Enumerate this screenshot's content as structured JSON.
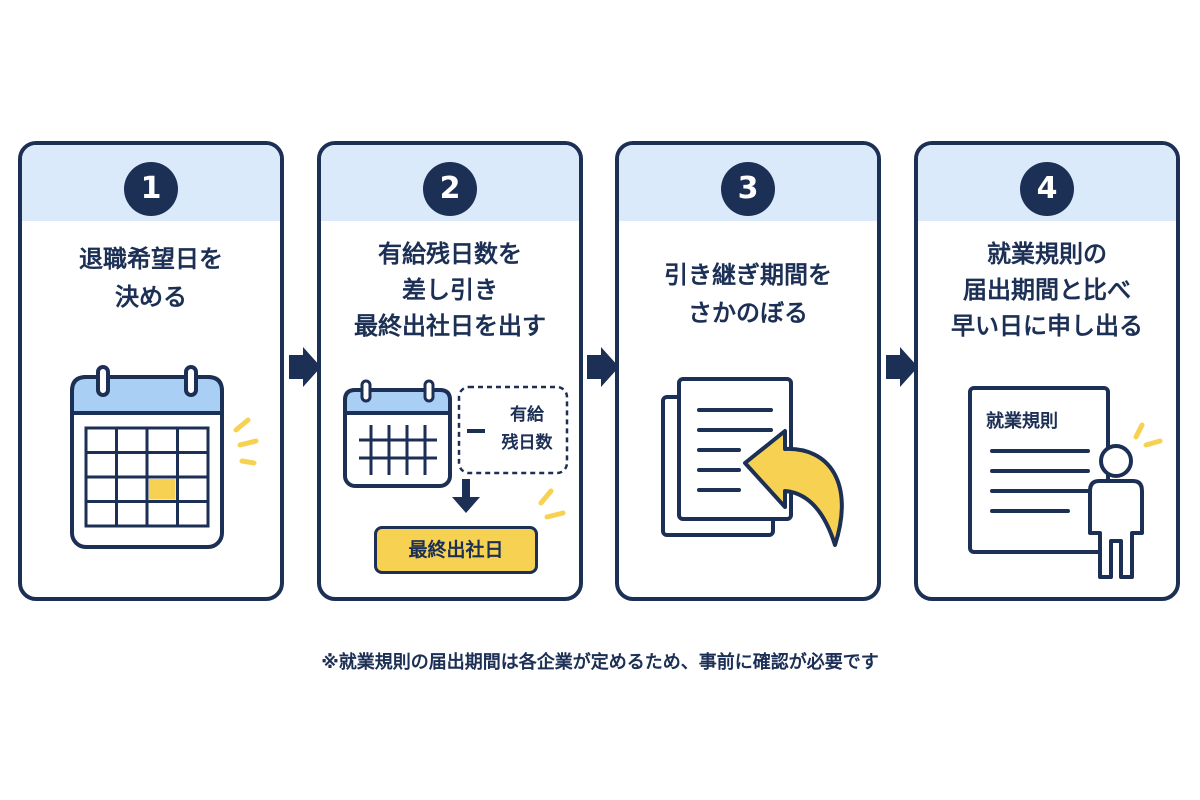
{
  "steps": [
    {
      "number": "1",
      "title_lines": [
        "退職希望日を",
        "決める"
      ]
    },
    {
      "number": "2",
      "title_lines": [
        "有給残日数を",
        "差し引き",
        "最終出社日を出す"
      ],
      "minus_label_lines": [
        "有給",
        "残日数"
      ],
      "result_label": "最終出社日"
    },
    {
      "number": "3",
      "title_lines": [
        "引き継ぎ期間を",
        "さかのぼる"
      ]
    },
    {
      "number": "4",
      "title_lines": [
        "就業規則の",
        "届出期間と比べ",
        "早い日に申し出る"
      ],
      "doc_label": "就業規則"
    }
  ],
  "footnote": "※就業規則の届出期間は各企業が定めるため、事前に確認が必要です",
  "colors": {
    "navy": "#1c2f55",
    "light_blue": "#dbeafb",
    "yellow": "#f7d252",
    "header_blue": "#a9cff5"
  }
}
